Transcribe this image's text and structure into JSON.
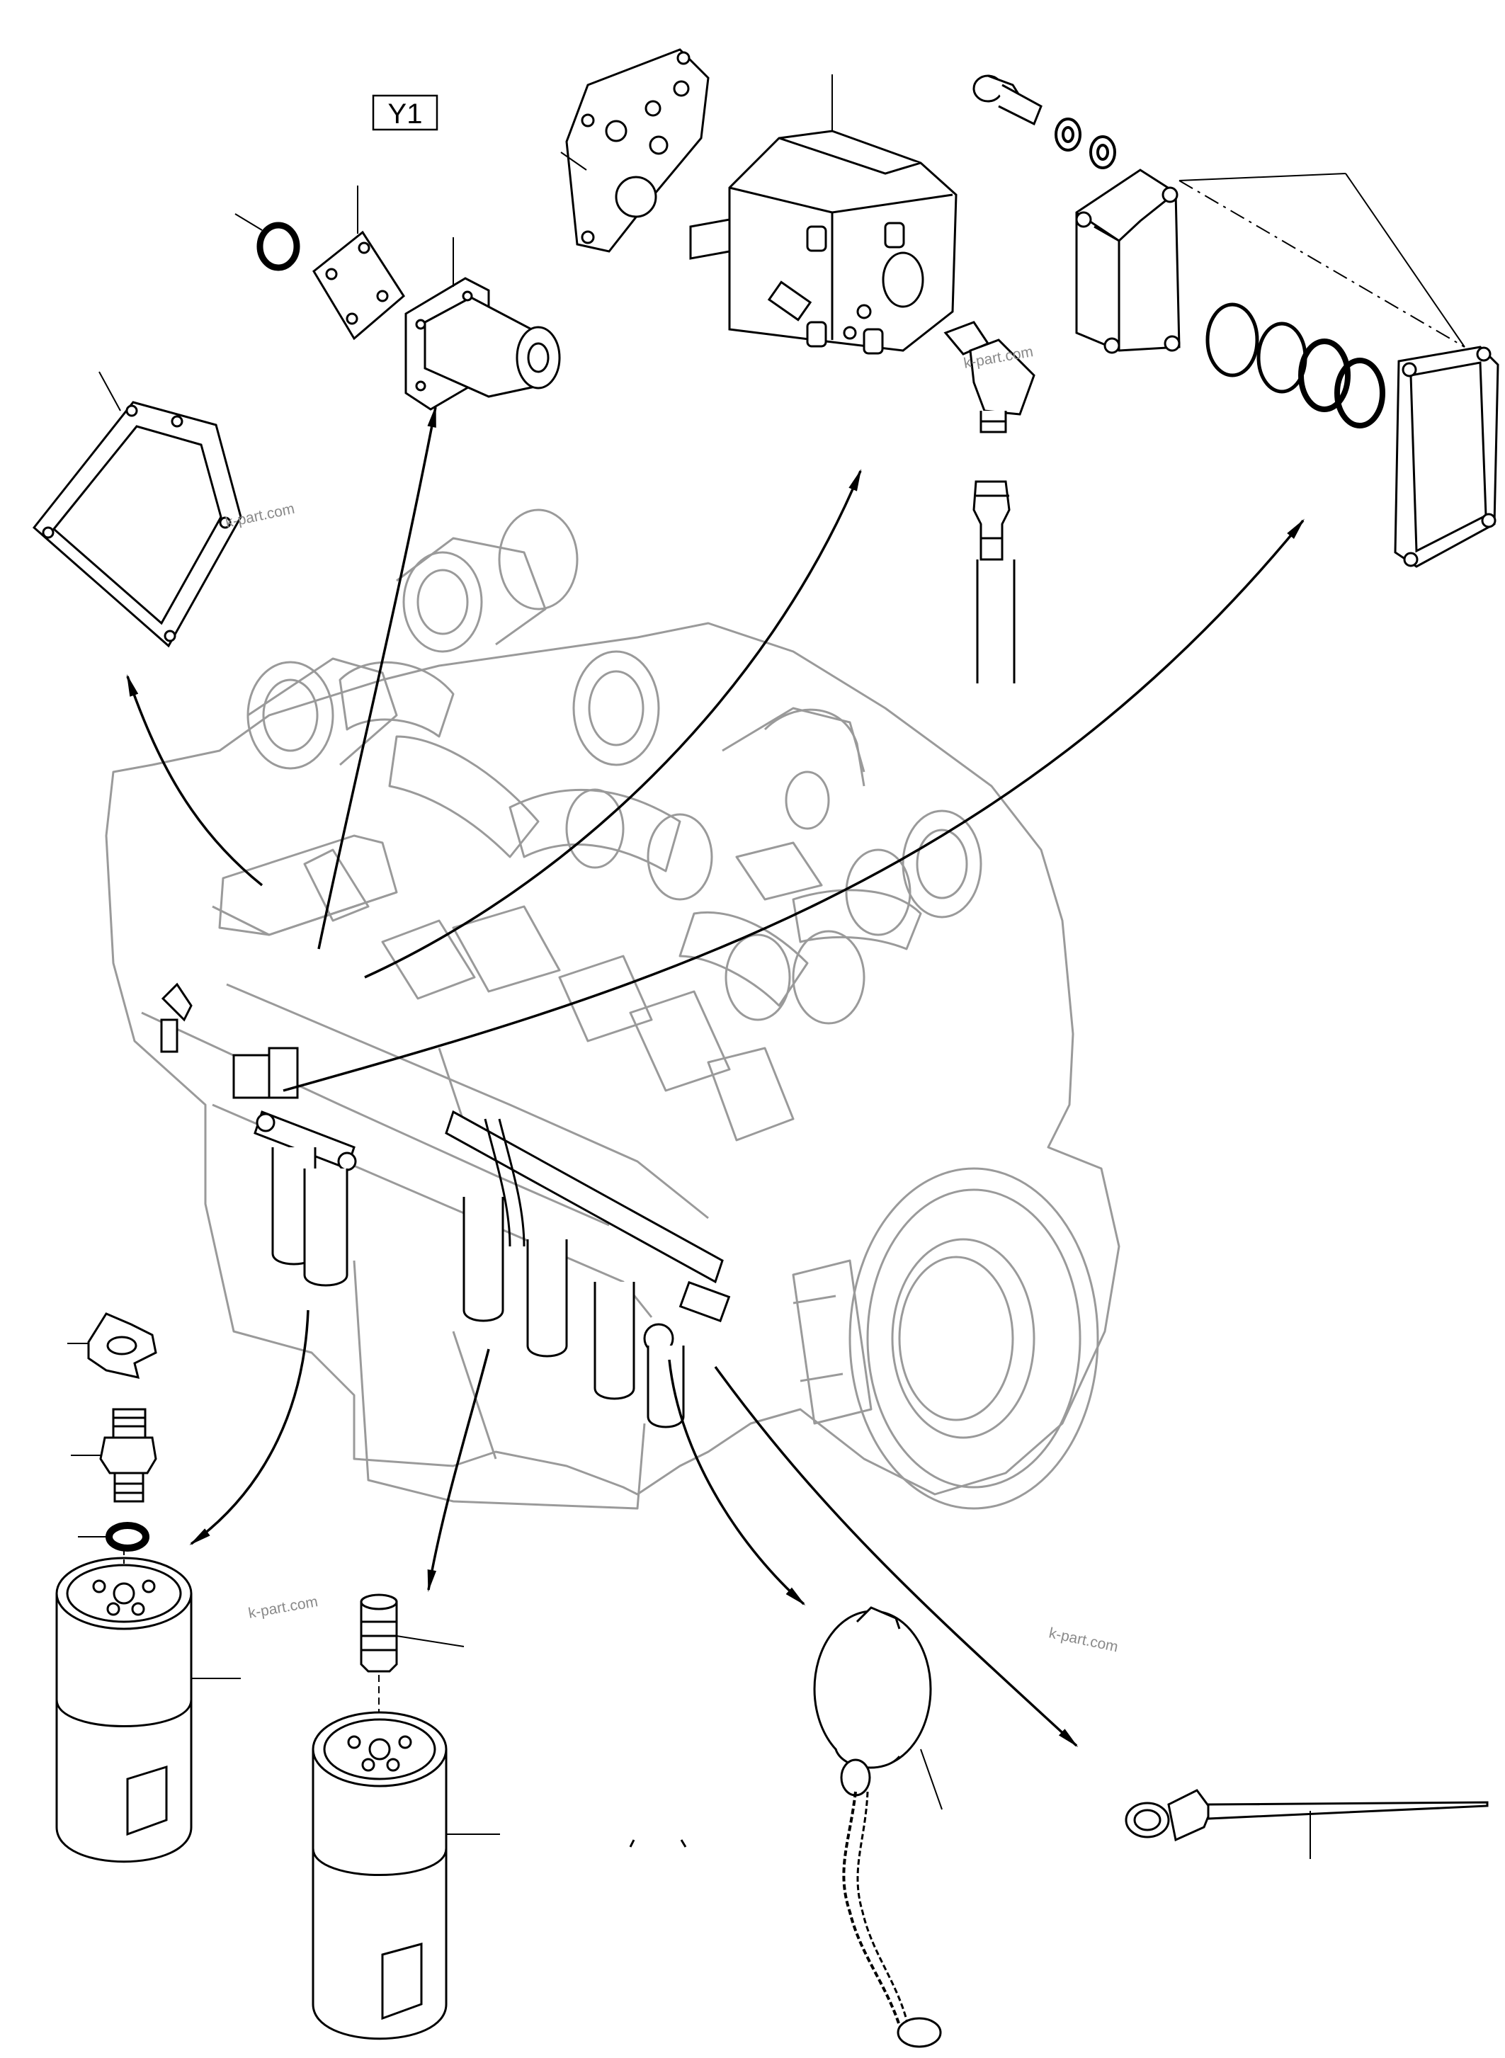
{
  "diagram": {
    "section_code": "Y1",
    "watermarks": [
      "k-part.com",
      "k-part.com",
      "k-part.com",
      "k-part.com"
    ],
    "parts": [
      {
        "name": "o-ring"
      },
      {
        "name": "cover-plate"
      },
      {
        "name": "breather-cartridge"
      },
      {
        "name": "rocker-cover-gasket"
      },
      {
        "name": "pump-gasket"
      },
      {
        "name": "oil-pump-body"
      },
      {
        "name": "elbow-fitting"
      },
      {
        "name": "oil-pipe"
      },
      {
        "name": "cap-screw"
      },
      {
        "name": "washer-a"
      },
      {
        "name": "washer-b"
      },
      {
        "name": "cooler-cover"
      },
      {
        "name": "sealing-rings"
      },
      {
        "name": "cooler-gasket"
      },
      {
        "name": "engine-block"
      },
      {
        "name": "lock-plate"
      },
      {
        "name": "filter-nipple"
      },
      {
        "name": "nipple-seal"
      },
      {
        "name": "oil-filter-left"
      },
      {
        "name": "filter-stud"
      },
      {
        "name": "oil-filter-right"
      },
      {
        "name": "filler-cap-with-chain"
      },
      {
        "name": "dipstick"
      }
    ]
  },
  "colors": {
    "line": "#000000",
    "ghost": "#9a9a9a",
    "watermark": "#8a8a8a"
  }
}
